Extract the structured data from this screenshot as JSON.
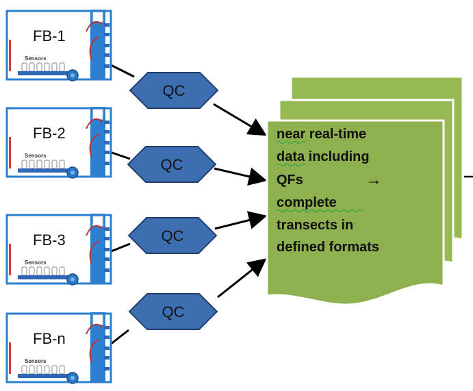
{
  "ferrybox_units": [
    {
      "id": "FB-1",
      "sensors_label": "Sensors"
    },
    {
      "id": "FB-2",
      "sensors_label": "Sensors"
    },
    {
      "id": "FB-3",
      "sensors_label": "Sensors"
    },
    {
      "id": "FB-n",
      "sensors_label": "Sensors"
    }
  ],
  "qc_nodes": [
    {
      "label": "QC"
    },
    {
      "label": "QC"
    },
    {
      "label": "QC"
    },
    {
      "label": "QC"
    }
  ],
  "output_document": {
    "lines": [
      "near real-time",
      "data including",
      "QFs",
      "complete",
      "transects in",
      "defined formats"
    ],
    "arrow_glyph": "→"
  },
  "colors": {
    "unit_border": "#2a7fd0",
    "unit_rail": "#2e67b8",
    "hexagon_fill": "#3d6fb0",
    "hexagon_stroke": "#1f3f73",
    "document_fill": "#97b954",
    "document_front_fill": "#8fb04e",
    "document_stroke": "#ffffff",
    "squiggle": "#3aa845",
    "arrow": "#000000"
  }
}
